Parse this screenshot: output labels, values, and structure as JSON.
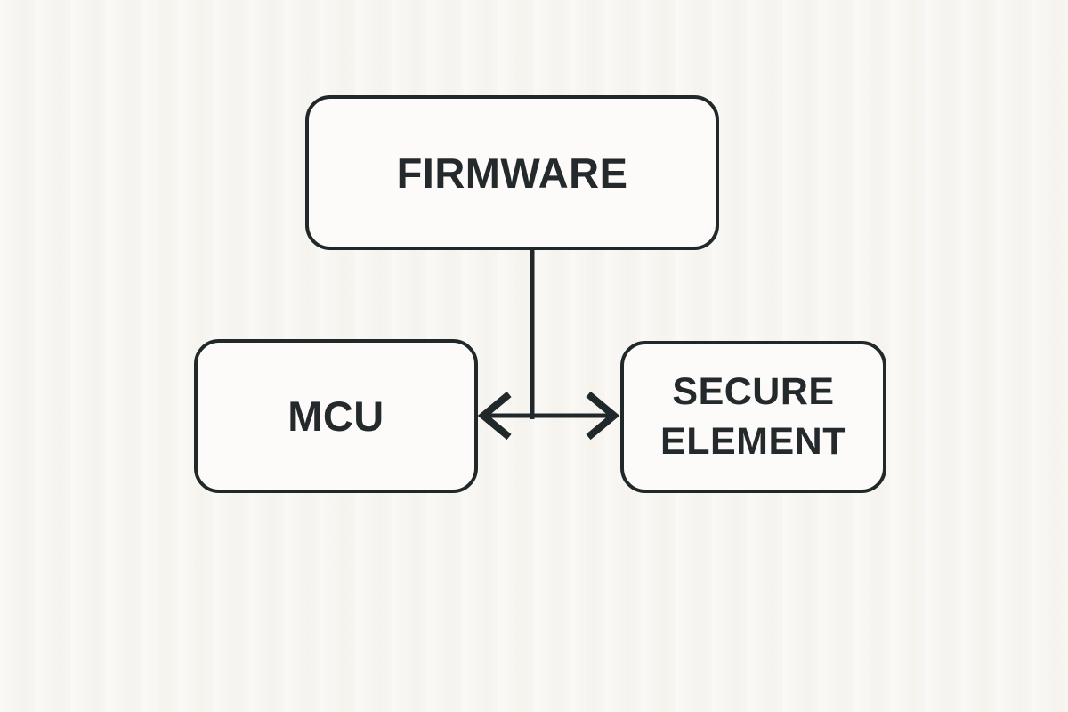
{
  "diagram": {
    "title": "firmware-mcu-secure-element-architecture",
    "nodes": {
      "firmware": {
        "label": "FIRMWARE"
      },
      "mcu": {
        "label": "MCU"
      },
      "secure_element": {
        "label": "SECURE ELEMENT"
      }
    },
    "edges": [
      {
        "from": "firmware",
        "to": "bus-junction",
        "type": "line"
      },
      {
        "from": "mcu",
        "to": "secure_element",
        "type": "double-headed-arrow"
      }
    ],
    "colors": {
      "background": "#f8f6f2",
      "node_fill": "#fcfbf9",
      "stroke": "#212829",
      "text": "#242a2c"
    }
  }
}
